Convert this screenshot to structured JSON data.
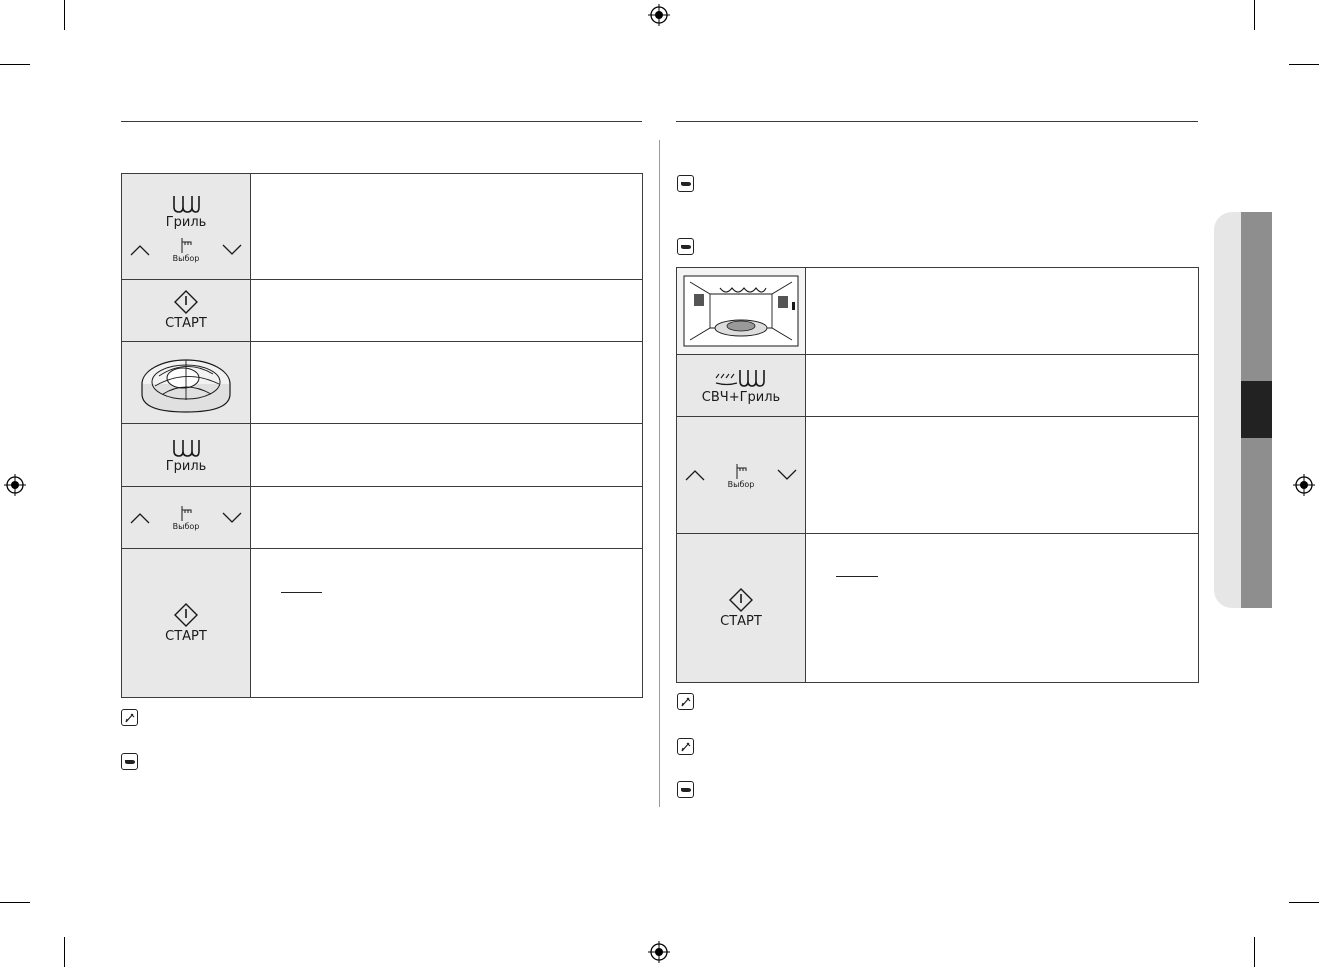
{
  "left_table": {
    "rows": [
      {
        "icon": "grill-icon",
        "label": "Гриль",
        "selector_label": "Выбор"
      },
      {
        "icon": "start-icon",
        "label": "СТАРТ"
      },
      {
        "icon": "rack-dish-illustration"
      },
      {
        "icon": "grill-icon",
        "label": "Гриль"
      },
      {
        "icon": "selector-icon",
        "selector_label": "Выбор"
      },
      {
        "icon": "start-icon",
        "label": "СТАРТ"
      }
    ]
  },
  "right_table": {
    "rows": [
      {
        "icon": "oven-interior-illustration"
      },
      {
        "icon": "micro-grill-icon",
        "label": "СВЧ+Гриль"
      },
      {
        "icon": "selector-icon",
        "selector_label": "Выбор"
      },
      {
        "icon": "start-icon",
        "label": "СТАРТ"
      }
    ]
  },
  "left_notes": [
    {
      "icon": "note-pencil-icon"
    },
    {
      "icon": "important-hand-icon"
    }
  ],
  "right_top_notes": [
    {
      "icon": "important-hand-icon"
    },
    {
      "icon": "important-hand-icon"
    }
  ],
  "right_bottom_notes": [
    {
      "icon": "note-pencil-icon"
    },
    {
      "icon": "note-pencil-icon"
    },
    {
      "icon": "important-hand-icon"
    }
  ],
  "colors": {
    "tab_light": "#e6e6e6",
    "tab_mid": "#8e8e8e",
    "tab_dark": "#222222",
    "icon_cell": "#e8e8e8"
  }
}
